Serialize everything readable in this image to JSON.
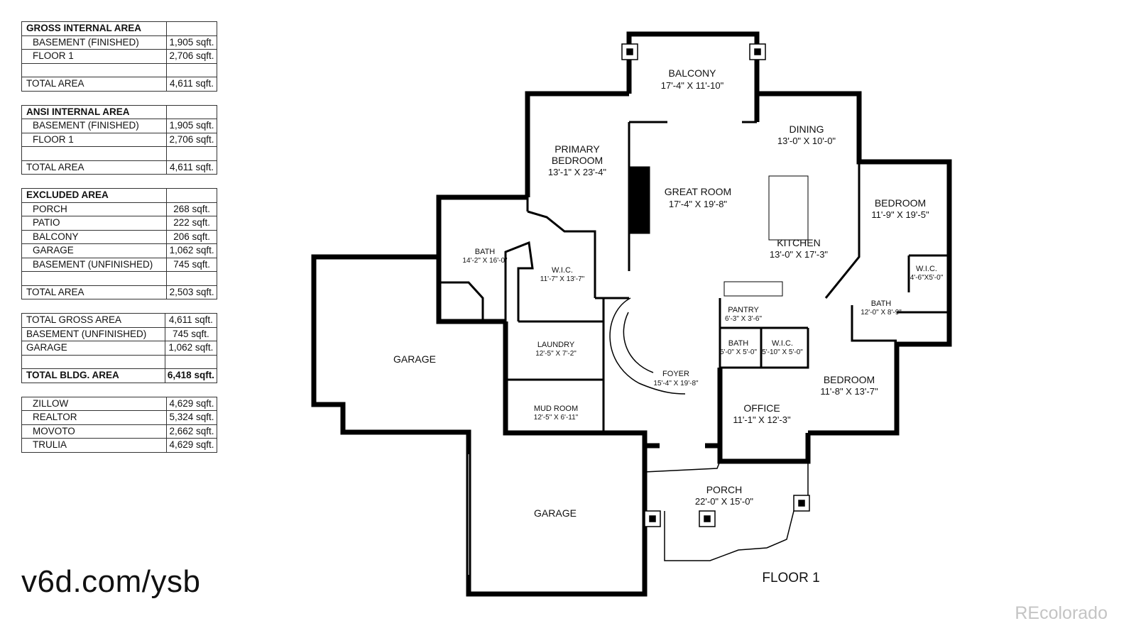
{
  "area_tables": [
    {
      "rows": [
        {
          "label": "GROSS INTERNAL AREA",
          "value": "",
          "style": "bold"
        },
        {
          "label": "BASEMENT (FINISHED)",
          "value": "1,905 sqft.",
          "style": "indent"
        },
        {
          "label": "FLOOR 1",
          "value": "2,706 sqft.",
          "style": "indent"
        },
        {
          "label": "",
          "value": "",
          "style": "blank"
        },
        {
          "label": "TOTAL AREA",
          "value": "4,611 sqft.",
          "style": "plain"
        }
      ]
    },
    {
      "rows": [
        {
          "label": "ANSI INTERNAL AREA",
          "value": "",
          "style": "bold"
        },
        {
          "label": "BASEMENT (FINISHED)",
          "value": "1,905 sqft.",
          "style": "indent"
        },
        {
          "label": "FLOOR 1",
          "value": "2,706 sqft.",
          "style": "indent"
        },
        {
          "label": "",
          "value": "",
          "style": "blank"
        },
        {
          "label": "TOTAL AREA",
          "value": "4,611 sqft.",
          "style": "plain"
        }
      ]
    },
    {
      "rows": [
        {
          "label": "EXCLUDED AREA",
          "value": "",
          "style": "bold"
        },
        {
          "label": "PORCH",
          "value": "268 sqft.",
          "style": "indent"
        },
        {
          "label": "PATIO",
          "value": "222 sqft.",
          "style": "indent"
        },
        {
          "label": "BALCONY",
          "value": "206 sqft.",
          "style": "indent"
        },
        {
          "label": "GARAGE",
          "value": "1,062 sqft.",
          "style": "indent"
        },
        {
          "label": "BASEMENT (UNFINISHED)",
          "value": "745 sqft.",
          "style": "indent"
        },
        {
          "label": "",
          "value": "",
          "style": "blank"
        },
        {
          "label": "TOTAL AREA",
          "value": "2,503 sqft.",
          "style": "plain"
        }
      ]
    },
    {
      "rows": [
        {
          "label": "TOTAL GROSS AREA",
          "value": "4,611 sqft.",
          "style": "plain"
        },
        {
          "label": "BASEMENT (UNFINISHED)",
          "value": "745 sqft.",
          "style": "plain"
        },
        {
          "label": "GARAGE",
          "value": "1,062 sqft.",
          "style": "plain"
        },
        {
          "label": "",
          "value": "",
          "style": "blank"
        },
        {
          "label": "TOTAL BLDG. AREA",
          "value": "6,418 sqft.",
          "style": "bold"
        }
      ]
    },
    {
      "rows": [
        {
          "label": "ZILLOW",
          "value": "4,629 sqft.",
          "style": "indent"
        },
        {
          "label": "REALTOR",
          "value": "5,324 sqft.",
          "style": "indent"
        },
        {
          "label": "MOVOTO",
          "value": "2,662 sqft.",
          "style": "indent"
        },
        {
          "label": "TRULIA",
          "value": "4,629 sqft.",
          "style": "indent"
        }
      ]
    }
  ],
  "rooms": {
    "balcony": {
      "name": "BALCONY",
      "dims": "17'-4\" X 11'-10\""
    },
    "dining": {
      "name": "DINING",
      "dims": "13'-0\" X 10'-0\""
    },
    "primary_bedroom": {
      "name1": "PRIMARY",
      "name2": "BEDROOM",
      "dims": "13'-1\" X 23'-4\""
    },
    "great_room": {
      "name": "GREAT ROOM",
      "dims": "17'-4\" X 19'-8\""
    },
    "bedroom_1": {
      "name": "BEDROOM",
      "dims": "11'-9\" X 19'-5\""
    },
    "kitchen": {
      "name": "KITCHEN",
      "dims": "13'-0\" X 17'-3\""
    },
    "bath_primary": {
      "name": "BATH",
      "dims": "14'-2\" X 16'-0\""
    },
    "wic_primary": {
      "name": "W.I.C.",
      "dims": "11'-7\" X 13'-7\""
    },
    "wic_bedroom": {
      "name": "W.I.C.",
      "dims": "4'-6\"X5'-0\""
    },
    "pantry": {
      "name": "PANTRY",
      "dims": "6'-3\" X 3'-6\""
    },
    "bath_right": {
      "name": "BATH",
      "dims": "12'-0\" X 8'-9\""
    },
    "bath_small": {
      "name": "BATH",
      "dims": "5'-0\" X 5'-0\""
    },
    "wic_small": {
      "name": "W.I.C.",
      "dims": "5'-10\" X 5'-0\""
    },
    "laundry": {
      "name": "LAUNDRY",
      "dims": "12'-5\" X 7'-2\""
    },
    "garage_1": {
      "name": "GARAGE"
    },
    "garage_2": {
      "name": "GARAGE"
    },
    "foyer": {
      "name": "FOYER",
      "dims": "15'-4\" X 19'-8\""
    },
    "bedroom_2": {
      "name": "BEDROOM",
      "dims": "11'-8\" X 13'-7\""
    },
    "mud_room": {
      "name": "MUD ROOM",
      "dims": "12'-5\" X 6'-11\""
    },
    "office": {
      "name": "OFFICE",
      "dims": "11'-1\" X 12'-3\""
    },
    "porch": {
      "name": "PORCH",
      "dims": "22'-0\" X 15'-0\""
    }
  },
  "floor_label": "FLOOR 1",
  "watermark": "v6d.com/ysb",
  "brand": "REcolorado"
}
